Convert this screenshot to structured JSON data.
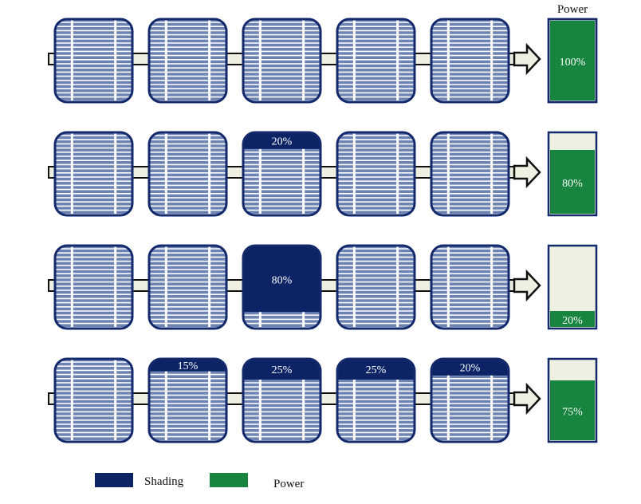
{
  "header": {
    "power_label": "Power"
  },
  "colors": {
    "panel_fill": "#6d83b4",
    "panel_border": "#13296b",
    "shading": "#0c2466",
    "power": "#17843f",
    "battery_empty": "#eef0e2",
    "conductor": "#eef0e2",
    "arrow_stroke": "#111111"
  },
  "rows": [
    {
      "panels": [
        {
          "shading_pct": 0,
          "label": ""
        },
        {
          "shading_pct": 0,
          "label": ""
        },
        {
          "shading_pct": 0,
          "label": ""
        },
        {
          "shading_pct": 0,
          "label": ""
        },
        {
          "shading_pct": 0,
          "label": ""
        }
      ],
      "power_pct": 100,
      "power_label": "100%"
    },
    {
      "panels": [
        {
          "shading_pct": 0,
          "label": ""
        },
        {
          "shading_pct": 0,
          "label": ""
        },
        {
          "shading_pct": 20,
          "label": "20%"
        },
        {
          "shading_pct": 0,
          "label": ""
        },
        {
          "shading_pct": 0,
          "label": ""
        }
      ],
      "power_pct": 80,
      "power_label": "80%"
    },
    {
      "panels": [
        {
          "shading_pct": 0,
          "label": ""
        },
        {
          "shading_pct": 0,
          "label": ""
        },
        {
          "shading_pct": 80,
          "label": "80%"
        },
        {
          "shading_pct": 0,
          "label": ""
        },
        {
          "shading_pct": 0,
          "label": ""
        }
      ],
      "power_pct": 20,
      "power_label": "20%"
    },
    {
      "panels": [
        {
          "shading_pct": 0,
          "label": ""
        },
        {
          "shading_pct": 15,
          "label": "15%"
        },
        {
          "shading_pct": 25,
          "label": "25%"
        },
        {
          "shading_pct": 25,
          "label": "25%"
        },
        {
          "shading_pct": 20,
          "label": "20%"
        }
      ],
      "power_pct": 75,
      "power_label": "75%"
    }
  ],
  "legend": [
    {
      "key": "shading",
      "label": "Shading"
    },
    {
      "key": "power",
      "label": "Power"
    }
  ]
}
